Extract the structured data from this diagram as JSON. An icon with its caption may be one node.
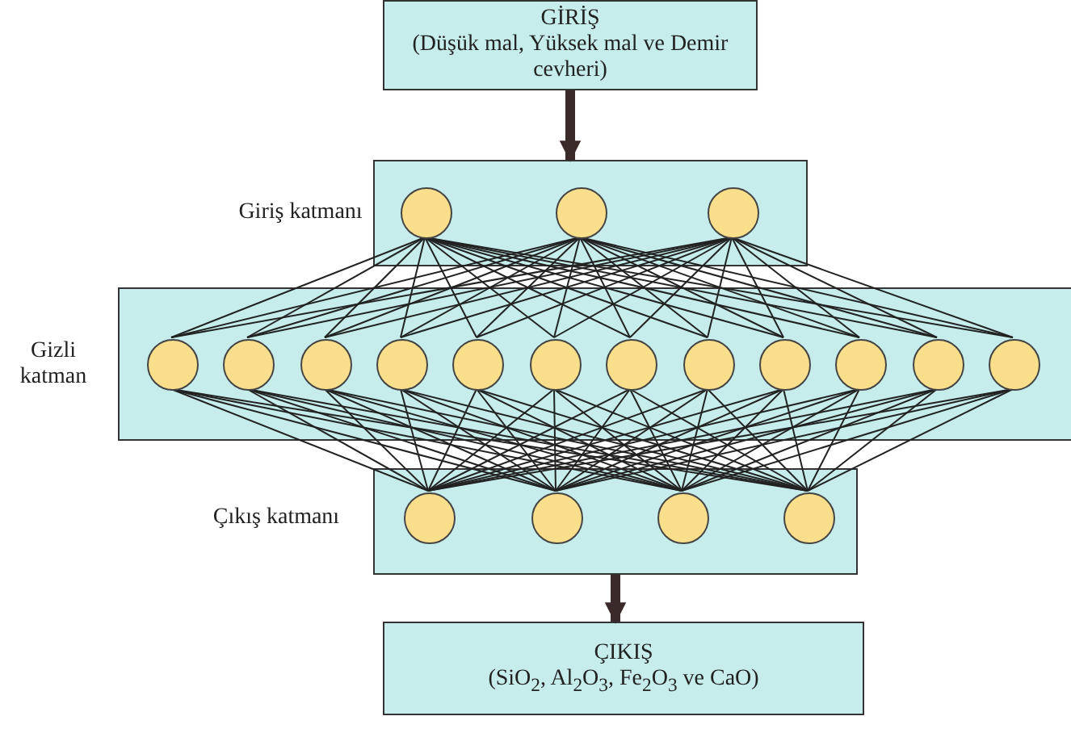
{
  "diagram": {
    "nodes": [
      {
        "text": [
          "GİRİŞ",
          "(Düşük mal, Yüksek mal ve Demir cevheri)"
        ]
      },
      {
        "text": [],
        "shape": "box",
        "beside": [
          "Giriş katmanı"
        ]
      },
      {
        "text": [],
        "shape": "circle",
        "in": 1
      },
      {
        "text": [],
        "shape": "circle",
        "in": 1
      },
      {
        "text": [],
        "shape": "circle",
        "in": 1
      },
      {
        "text": [],
        "shape": "box",
        "beside": [
          "Gizli katman"
        ]
      },
      {
        "text": [],
        "shape": "circle",
        "in": 5
      },
      {
        "text": [],
        "shape": "circle",
        "in": 5
      },
      {
        "text": [],
        "shape": "circle",
        "in": 5
      },
      {
        "text": [],
        "shape": "circle",
        "in": 5
      },
      {
        "text": [],
        "shape": "circle",
        "in": 5
      },
      {
        "text": [],
        "shape": "circle",
        "in": 5
      },
      {
        "text": [],
        "shape": "circle",
        "in": 5
      },
      {
        "text": [],
        "shape": "circle",
        "in": 5
      },
      {
        "text": [],
        "shape": "circle",
        "in": 5
      },
      {
        "text": [],
        "shape": "circle",
        "in": 5
      },
      {
        "text": [],
        "shape": "circle",
        "in": 5
      },
      {
        "text": [],
        "shape": "circle",
        "in": 5
      },
      {
        "text": [],
        "shape": "box",
        "beside": [
          "Çıkış katmanı"
        ]
      },
      {
        "text": [],
        "shape": "circle",
        "in": 18
      },
      {
        "text": [],
        "shape": "circle",
        "in": 18
      },
      {
        "text": [],
        "shape": "circle",
        "in": 18
      },
      {
        "text": [],
        "shape": "circle",
        "in": 18
      },
      {
        "text": [
          "ÇIKIŞ",
          "(SiO$_{2}$, Al$_{2}$O$_{3}$, Fe$_{2}$O$_{3}$ ve CaO)"
        ]
      }
    ],
    "edges": [
      {
        "from": 0,
        "to": 1,
        "arrow": "to",
        "style": "thick"
      },
      {
        "from": 18,
        "to": 23,
        "arrow": "to",
        "style": "thick"
      },
      {
        "from": 2,
        "to": 6,
        "arrow": "none"
      },
      {
        "from": 2,
        "to": 7,
        "arrow": "none"
      },
      {
        "from": 2,
        "to": 8,
        "arrow": "none"
      },
      {
        "from": 2,
        "to": 9,
        "arrow": "none"
      },
      {
        "from": 2,
        "to": 10,
        "arrow": "none"
      },
      {
        "from": 2,
        "to": 11,
        "arrow": "none"
      },
      {
        "from": 2,
        "to": 12,
        "arrow": "none"
      },
      {
        "from": 2,
        "to": 13,
        "arrow": "none"
      },
      {
        "from": 2,
        "to": 14,
        "arrow": "none"
      },
      {
        "from": 2,
        "to": 15,
        "arrow": "none"
      },
      {
        "from": 2,
        "to": 16,
        "arrow": "none"
      },
      {
        "from": 2,
        "to": 17,
        "arrow": "none"
      },
      {
        "from": 3,
        "to": 6,
        "arrow": "none"
      },
      {
        "from": 3,
        "to": 7,
        "arrow": "none"
      },
      {
        "from": 3,
        "to": 8,
        "arrow": "none"
      },
      {
        "from": 3,
        "to": 9,
        "arrow": "none"
      },
      {
        "from": 3,
        "to": 10,
        "arrow": "none"
      },
      {
        "from": 3,
        "to": 11,
        "arrow": "none"
      },
      {
        "from": 3,
        "to": 12,
        "arrow": "none"
      },
      {
        "from": 3,
        "to": 13,
        "arrow": "none"
      },
      {
        "from": 3,
        "to": 14,
        "arrow": "none"
      },
      {
        "from": 3,
        "to": 15,
        "arrow": "none"
      },
      {
        "from": 3,
        "to": 16,
        "arrow": "none"
      },
      {
        "from": 3,
        "to": 17,
        "arrow": "none"
      },
      {
        "from": 4,
        "to": 6,
        "arrow": "none"
      },
      {
        "from": 4,
        "to": 7,
        "arrow": "none"
      },
      {
        "from": 4,
        "to": 8,
        "arrow": "none"
      },
      {
        "from": 4,
        "to": 9,
        "arrow": "none"
      },
      {
        "from": 4,
        "to": 10,
        "arrow": "none"
      },
      {
        "from": 4,
        "to": 11,
        "arrow": "none"
      },
      {
        "from": 4,
        "to": 12,
        "arrow": "none"
      },
      {
        "from": 4,
        "to": 13,
        "arrow": "none"
      },
      {
        "from": 4,
        "to": 14,
        "arrow": "none"
      },
      {
        "from": 4,
        "to": 15,
        "arrow": "none"
      },
      {
        "from": 4,
        "to": 16,
        "arrow": "none"
      },
      {
        "from": 4,
        "to": 17,
        "arrow": "none"
      },
      {
        "from": 6,
        "to": 19,
        "arrow": "none"
      },
      {
        "from": 6,
        "to": 20,
        "arrow": "none"
      },
      {
        "from": 6,
        "to": 21,
        "arrow": "none"
      },
      {
        "from": 6,
        "to": 22,
        "arrow": "none"
      },
      {
        "from": 7,
        "to": 19,
        "arrow": "none"
      },
      {
        "from": 7,
        "to": 20,
        "arrow": "none"
      },
      {
        "from": 7,
        "to": 21,
        "arrow": "none"
      },
      {
        "from": 7,
        "to": 22,
        "arrow": "none"
      },
      {
        "from": 8,
        "to": 19,
        "arrow": "none"
      },
      {
        "from": 8,
        "to": 20,
        "arrow": "none"
      },
      {
        "from": 8,
        "to": 21,
        "arrow": "none"
      },
      {
        "from": 8,
        "to": 22,
        "arrow": "none"
      },
      {
        "from": 9,
        "to": 19,
        "arrow": "none"
      },
      {
        "from": 9,
        "to": 20,
        "arrow": "none"
      },
      {
        "from": 9,
        "to": 21,
        "arrow": "none"
      },
      {
        "from": 9,
        "to": 22,
        "arrow": "none"
      },
      {
        "from": 10,
        "to": 19,
        "arrow": "none"
      },
      {
        "from": 10,
        "to": 20,
        "arrow": "none"
      },
      {
        "from": 10,
        "to": 21,
        "arrow": "none"
      },
      {
        "from": 10,
        "to": 22,
        "arrow": "none"
      },
      {
        "from": 11,
        "to": 19,
        "arrow": "none"
      },
      {
        "from": 11,
        "to": 20,
        "arrow": "none"
      },
      {
        "from": 11,
        "to": 21,
        "arrow": "none"
      },
      {
        "from": 11,
        "to": 22,
        "arrow": "none"
      },
      {
        "from": 12,
        "to": 19,
        "arrow": "none"
      },
      {
        "from": 12,
        "to": 20,
        "arrow": "none"
      },
      {
        "from": 12,
        "to": 21,
        "arrow": "none"
      },
      {
        "from": 12,
        "to": 22,
        "arrow": "none"
      },
      {
        "from": 13,
        "to": 19,
        "arrow": "none"
      },
      {
        "from": 13,
        "to": 20,
        "arrow": "none"
      },
      {
        "from": 13,
        "to": 21,
        "arrow": "none"
      },
      {
        "from": 13,
        "to": 22,
        "arrow": "none"
      },
      {
        "from": 14,
        "to": 19,
        "arrow": "none"
      },
      {
        "from": 14,
        "to": 20,
        "arrow": "none"
      },
      {
        "from": 14,
        "to": 21,
        "arrow": "none"
      },
      {
        "from": 14,
        "to": 22,
        "arrow": "none"
      },
      {
        "from": 15,
        "to": 19,
        "arrow": "none"
      },
      {
        "from": 15,
        "to": 20,
        "arrow": "none"
      },
      {
        "from": 15,
        "to": 21,
        "arrow": "none"
      },
      {
        "from": 15,
        "to": 22,
        "arrow": "none"
      },
      {
        "from": 16,
        "to": 19,
        "arrow": "none"
      },
      {
        "from": 16,
        "to": 20,
        "arrow": "none"
      },
      {
        "from": 16,
        "to": 21,
        "arrow": "none"
      },
      {
        "from": 16,
        "to": 22,
        "arrow": "none"
      },
      {
        "from": 17,
        "to": 19,
        "arrow": "none"
      },
      {
        "from": 17,
        "to": 20,
        "arrow": "none"
      },
      {
        "from": 17,
        "to": 21,
        "arrow": "none"
      },
      {
        "from": 17,
        "to": 22,
        "arrow": "none"
      }
    ]
  }
}
